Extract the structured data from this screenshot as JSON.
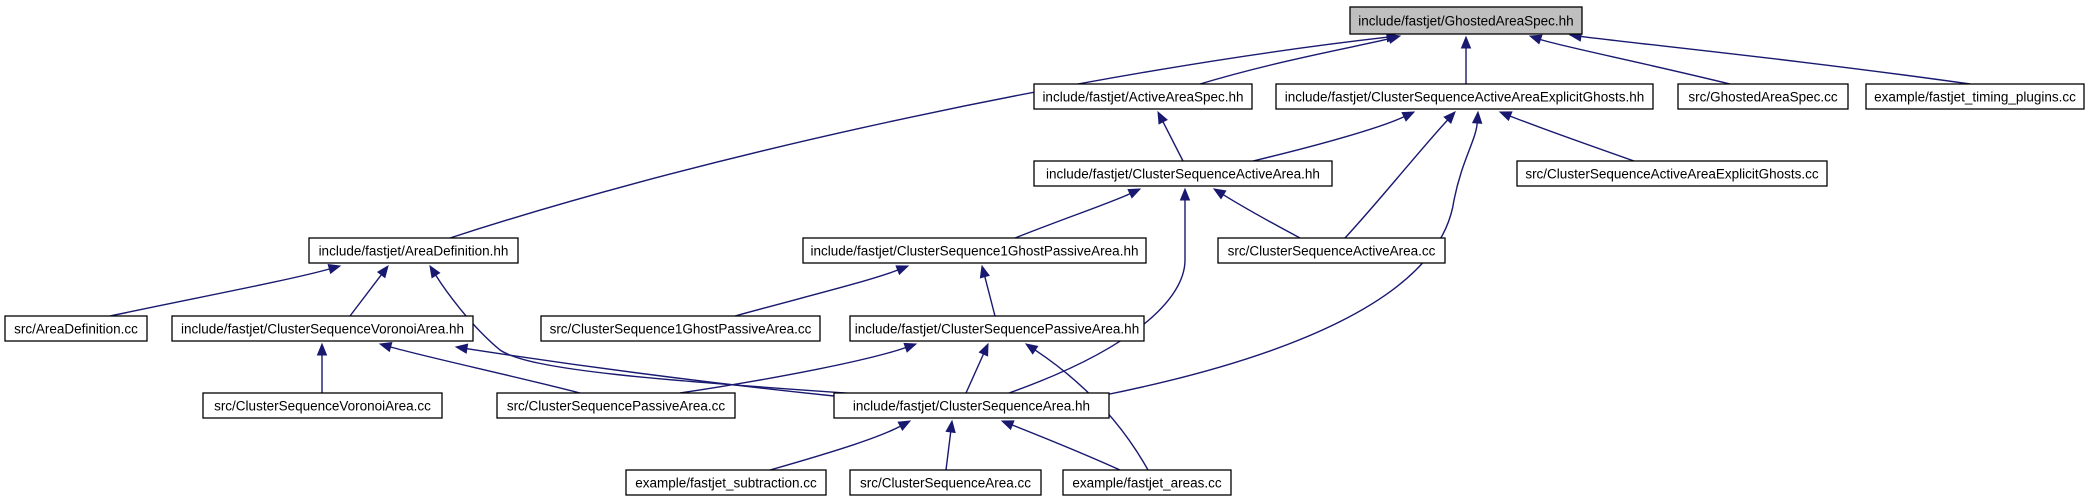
{
  "diagram": {
    "nodes": [
      {
        "id": "ghosted_hh",
        "label": "include/fastjet/GhostedAreaSpec.hh",
        "root": true
      },
      {
        "id": "areadef_hh",
        "label": "include/fastjet/AreaDefinition.hh"
      },
      {
        "id": "activeareaspec_hh",
        "label": "include/fastjet/ActiveAreaSpec.hh"
      },
      {
        "id": "csaaeg_hh",
        "label": "include/fastjet/ClusterSequenceActiveAreaExplicitGhosts.hh"
      },
      {
        "id": "ghosted_cc",
        "label": "src/GhostedAreaSpec.cc"
      },
      {
        "id": "timing_cc",
        "label": "example/fastjet_timing_plugins.cc"
      },
      {
        "id": "csaa_hh",
        "label": "include/fastjet/ClusterSequenceActiveArea.hh"
      },
      {
        "id": "csaaeg_cc",
        "label": "src/ClusterSequenceActiveAreaExplicitGhosts.cc"
      },
      {
        "id": "cs1gpa_hh",
        "label": "include/fastjet/ClusterSequence1GhostPassiveArea.hh"
      },
      {
        "id": "csaa_cc",
        "label": "src/ClusterSequenceActiveArea.cc"
      },
      {
        "id": "areadef_cc",
        "label": "src/AreaDefinition.cc"
      },
      {
        "id": "csva_hh",
        "label": "include/fastjet/ClusterSequenceVoronoiArea.hh"
      },
      {
        "id": "cs1gpa_cc",
        "label": "src/ClusterSequence1GhostPassiveArea.cc"
      },
      {
        "id": "cspa_hh",
        "label": "include/fastjet/ClusterSequencePassiveArea.hh"
      },
      {
        "id": "csva_cc",
        "label": "src/ClusterSequenceVoronoiArea.cc"
      },
      {
        "id": "cspa_cc",
        "label": "src/ClusterSequencePassiveArea.cc"
      },
      {
        "id": "csarea_hh",
        "label": "include/fastjet/ClusterSequenceArea.hh"
      },
      {
        "id": "subtraction_cc",
        "label": "example/fastjet_subtraction.cc"
      },
      {
        "id": "csarea_cc",
        "label": "src/ClusterSequenceArea.cc"
      },
      {
        "id": "areas_cc",
        "label": "example/fastjet_areas.cc"
      }
    ],
    "edges": [
      {
        "from": "areadef_hh",
        "to": "ghosted_hh"
      },
      {
        "from": "activeareaspec_hh",
        "to": "ghosted_hh"
      },
      {
        "from": "csaaeg_hh",
        "to": "ghosted_hh"
      },
      {
        "from": "ghosted_cc",
        "to": "ghosted_hh"
      },
      {
        "from": "timing_cc",
        "to": "ghosted_hh"
      },
      {
        "from": "csaa_hh",
        "to": "activeareaspec_hh"
      },
      {
        "from": "csaa_hh",
        "to": "csaaeg_hh"
      },
      {
        "from": "csaaeg_cc",
        "to": "csaaeg_hh"
      },
      {
        "from": "csaa_cc",
        "to": "csaaeg_hh"
      },
      {
        "from": "csarea_hh",
        "to": "csaaeg_hh"
      },
      {
        "from": "cs1gpa_hh",
        "to": "csaa_hh"
      },
      {
        "from": "csaa_cc",
        "to": "csaa_hh"
      },
      {
        "from": "csarea_hh",
        "to": "csaa_hh"
      },
      {
        "from": "areadef_cc",
        "to": "areadef_hh"
      },
      {
        "from": "csva_hh",
        "to": "areadef_hh"
      },
      {
        "from": "csarea_hh",
        "to": "areadef_hh"
      },
      {
        "from": "cs1gpa_cc",
        "to": "cs1gpa_hh"
      },
      {
        "from": "cspa_hh",
        "to": "cs1gpa_hh"
      },
      {
        "from": "csva_cc",
        "to": "csva_hh"
      },
      {
        "from": "cspa_cc",
        "to": "csva_hh"
      },
      {
        "from": "csarea_hh",
        "to": "csva_hh"
      },
      {
        "from": "cspa_cc",
        "to": "cspa_hh"
      },
      {
        "from": "csarea_hh",
        "to": "cspa_hh"
      },
      {
        "from": "areas_cc",
        "to": "cspa_hh"
      },
      {
        "from": "subtraction_cc",
        "to": "csarea_hh"
      },
      {
        "from": "csarea_cc",
        "to": "csarea_hh"
      },
      {
        "from": "areas_cc",
        "to": "csarea_hh"
      }
    ],
    "colors": {
      "edge": "#191970",
      "node_border": "#000000",
      "node_fill": "#ffffff",
      "root_fill": "#bfbfbf"
    }
  }
}
